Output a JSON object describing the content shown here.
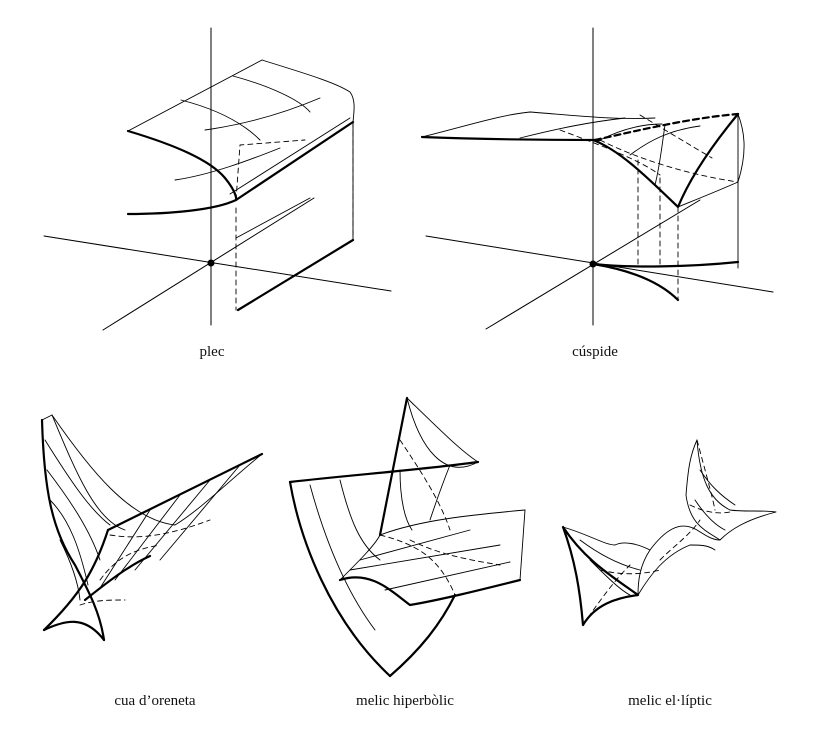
{
  "figure": {
    "captions": {
      "fold": "plec",
      "cusp": "cúspide",
      "swallowtail": "cua d’oreneta",
      "hyperbolic_umbilic": "melic hiperbòlic",
      "elliptic_umbilic": "melic el·líptic"
    },
    "stroke_color": "#000000",
    "background_color": "#ffffff"
  }
}
